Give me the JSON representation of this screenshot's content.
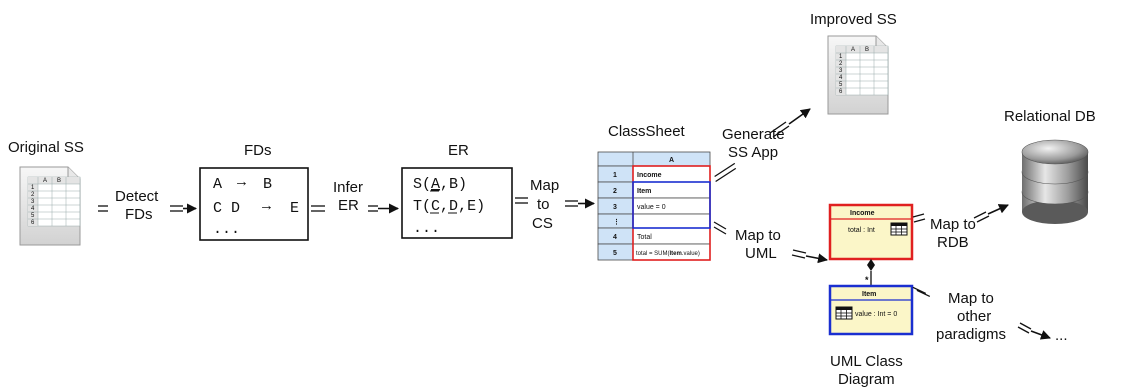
{
  "nodes": {
    "original_ss": {
      "label": "Original SS"
    },
    "fds": {
      "label": "FDs",
      "lines": [
        [
          "A",
          "B"
        ],
        [
          "C D",
          "E"
        ]
      ],
      "ellipsis": "..."
    },
    "er": {
      "label": "ER",
      "line1_prefix": "S(",
      "line1_key": "A",
      "line1_suffix": ",B)",
      "line2_prefix": "T(",
      "line2_key1": "C",
      "line2_sep": ",",
      "line2_key2": "D",
      "line2_suffix": ",E)",
      "ellipsis": "..."
    },
    "classsheet": {
      "label": "ClassSheet",
      "header_col": "A",
      "rows": [
        {
          "num": "1",
          "text": "Income"
        },
        {
          "num": "2",
          "text": "Item"
        },
        {
          "num": "3",
          "text": "value = 0"
        },
        {
          "num": "⋮",
          "text": ""
        },
        {
          "num": "4",
          "text": "Total"
        },
        {
          "num": "5",
          "text_prefix": "total = SUM(",
          "text_bold": "Item",
          "text_suffix": ".value)"
        }
      ]
    },
    "improved_ss": {
      "label": "Improved SS"
    },
    "relational_db": {
      "label": "Relational DB"
    },
    "uml": {
      "label_line1": "UML Class",
      "label_line2": "Diagram",
      "income_title": "Income",
      "income_attr": "total : Int",
      "item_title": "Item",
      "item_attr": "value : Int = 0",
      "multiplicity": "*"
    },
    "other": {
      "ellipsis": "..."
    }
  },
  "steps": {
    "detect": [
      "Detect",
      "FDs"
    ],
    "infer": [
      "Infer",
      "ER"
    ],
    "map_cs": [
      "Map",
      "to",
      "CS"
    ],
    "generate": [
      "Generate",
      "SS App"
    ],
    "map_uml": [
      "Map to",
      "UML"
    ],
    "map_rdb": [
      "Map to",
      "RDB"
    ],
    "map_other": [
      "Map to",
      "other",
      "paradigms"
    ]
  },
  "spreadsheet_icon": {
    "col_a": "A",
    "col_b": "B",
    "rows": [
      "1",
      "2",
      "3",
      "4",
      "5",
      "6"
    ]
  },
  "colors": {
    "red": "#e02020",
    "blue": "#1a2fd0",
    "uml_fill": "#fbf6c8",
    "cs_num_fill": "#cfe3f7"
  }
}
